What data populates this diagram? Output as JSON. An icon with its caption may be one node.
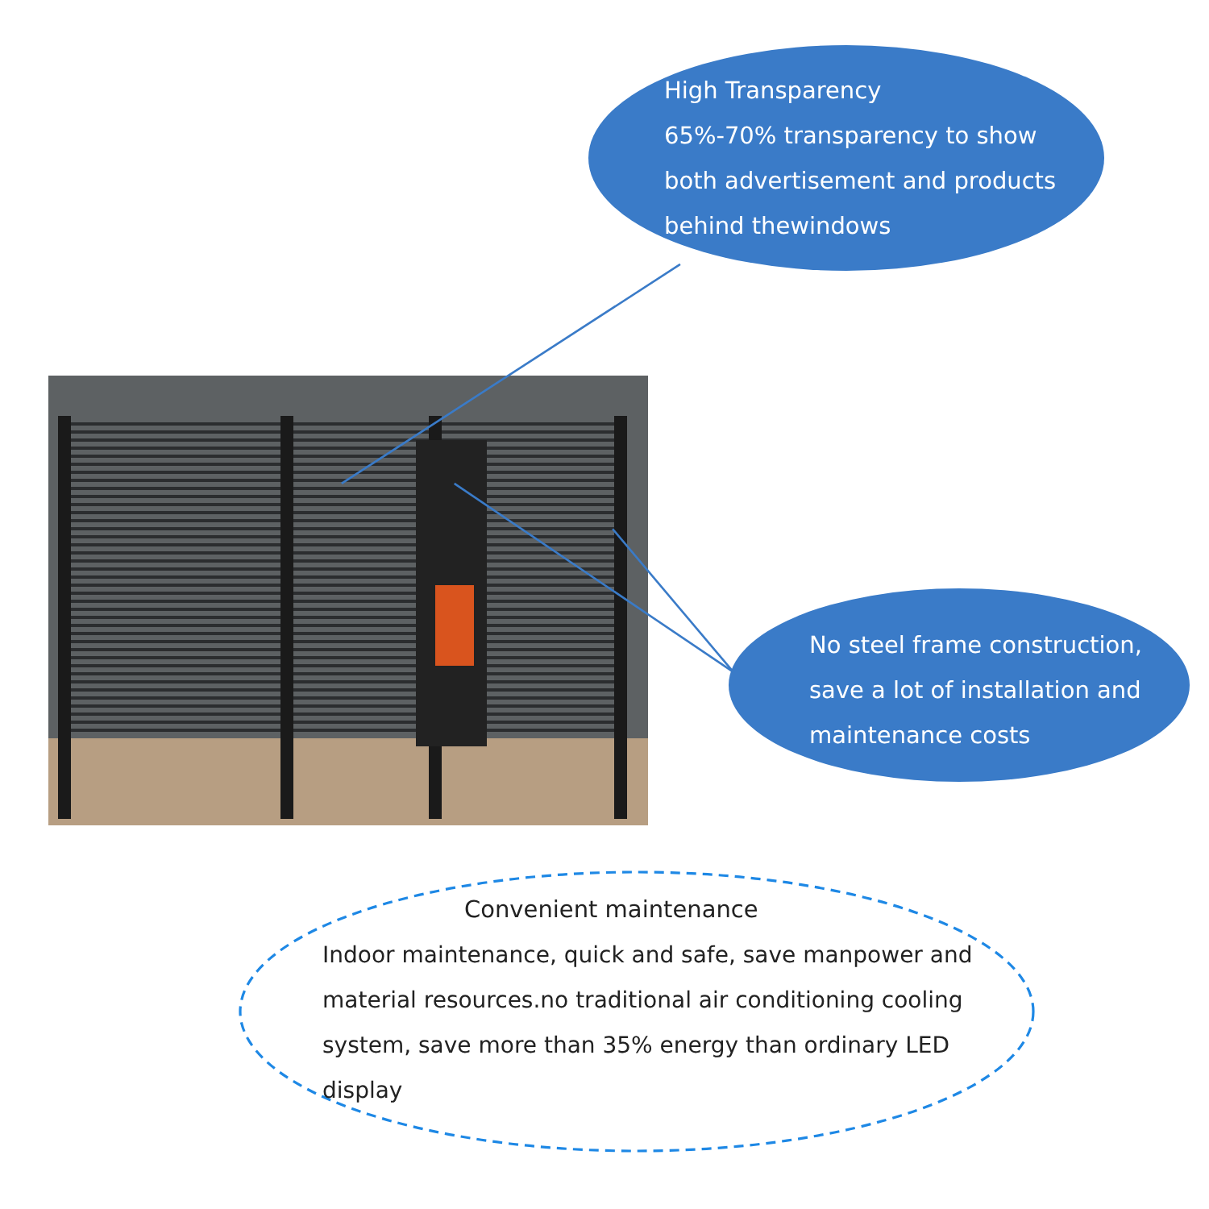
{
  "diagram": {
    "nodes": [
      {
        "text": [
          "High Transparency",
          "65%-70% transparency to show both advertisement and products behind thewindows"
        ]
      },
      {
        "text": [],
        "shape": "picture"
      },
      {
        "text": [
          "No steel frame construction, save a lot of installation and maintenance costs"
        ]
      },
      {
        "text": [
          "Convenient maintenance",
          "Indoor maintenance, quick and safe, save manpower and material resources.no traditional air conditioning cooling system, save more than 35% energy than ordinary LED display"
        ]
      }
    ],
    "edges": [
      {
        "from": 0,
        "to": 1,
        "arrow": "none"
      },
      {
        "from": 2,
        "to": 1,
        "arrow": "none"
      },
      {
        "from": 2,
        "to": 1,
        "arrow": "none"
      }
    ]
  }
}
